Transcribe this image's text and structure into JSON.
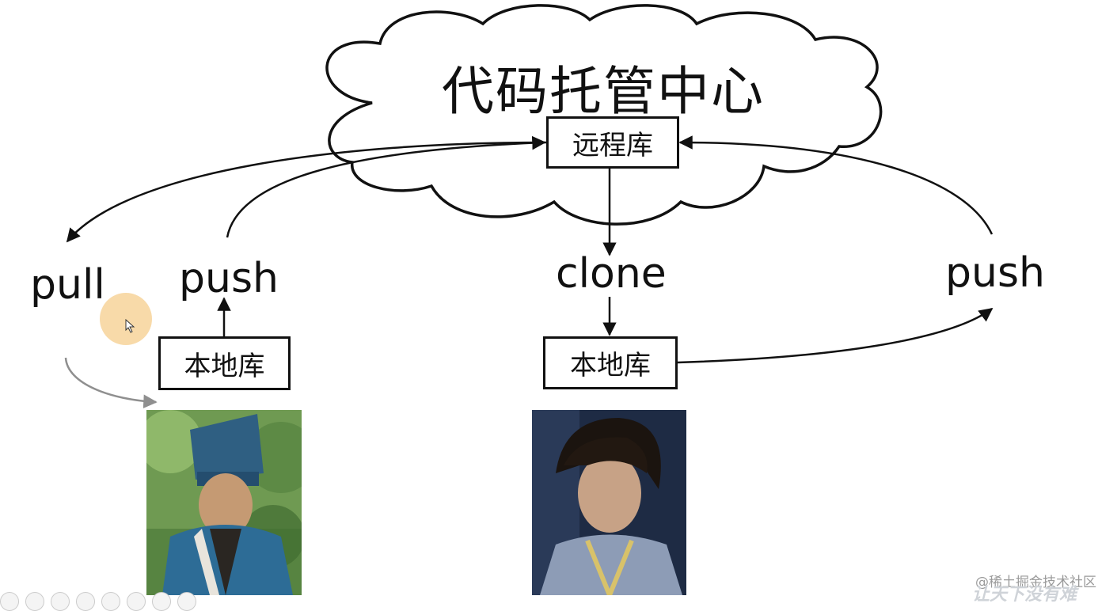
{
  "cloud": {
    "title": "代码托管中心"
  },
  "remote_repo": {
    "label": "远程库"
  },
  "left": {
    "pull": "pull",
    "push": "push",
    "local_repo": "本地库"
  },
  "right": {
    "clone": "clone",
    "push": "push",
    "local_repo": "本地库"
  },
  "watermark": {
    "text": "@稀土掘金技术社区",
    "logo_text": "让天下没有难"
  },
  "colors": {
    "ink": "#111111",
    "gray_arrow": "#8f8f8f",
    "cursor": "#f5cd8c"
  }
}
